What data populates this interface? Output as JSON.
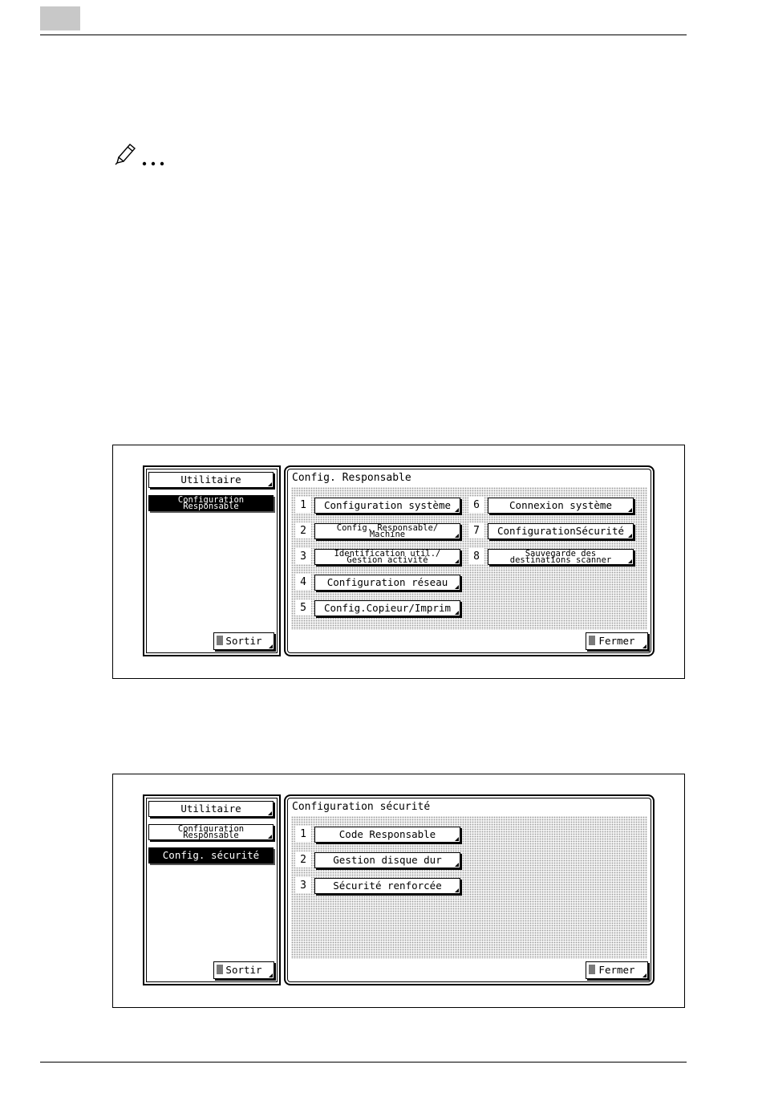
{
  "screens": [
    {
      "sidebar": {
        "items": [
          {
            "label": "Utilitaire",
            "lines": []
          },
          {
            "label": "",
            "lines": [
              "Configuration",
              "Responsable"
            ]
          }
        ],
        "exit_label": "Sortir"
      },
      "main": {
        "title": "Config. Responsable",
        "items": [
          {
            "num": "1",
            "label": "Configuration système",
            "lines": []
          },
          {
            "num": "2",
            "label": "",
            "lines": [
              "Config. Responsable/",
              "Machine"
            ]
          },
          {
            "num": "3",
            "label": "",
            "lines": [
              "Identification util./",
              "Gestion activité"
            ]
          },
          {
            "num": "4",
            "label": "Configuration réseau",
            "lines": []
          },
          {
            "num": "5",
            "label": "Config.Copieur/Imprim",
            "lines": []
          },
          {
            "num": "6",
            "label": "Connexion système",
            "lines": []
          },
          {
            "num": "7",
            "label": "ConfigurationSécurité",
            "lines": []
          },
          {
            "num": "8",
            "label": "",
            "lines": [
              "Sauvegarde des",
              "destinations scanner"
            ]
          }
        ],
        "close_label": "Fermer"
      }
    },
    {
      "sidebar": {
        "items": [
          {
            "label": "Utilitaire",
            "lines": []
          },
          {
            "label": "",
            "lines": [
              "Configuration",
              "Responsable"
            ]
          },
          {
            "label": "Config. sécurité",
            "lines": []
          }
        ],
        "exit_label": "Sortir"
      },
      "main": {
        "title": "Configuration sécurité",
        "items": [
          {
            "num": "1",
            "label": "Code Responsable",
            "lines": []
          },
          {
            "num": "2",
            "label": "Gestion disque dur",
            "lines": []
          },
          {
            "num": "3",
            "label": "Sécurité renforcée",
            "lines": []
          }
        ],
        "close_label": "Fermer"
      }
    }
  ]
}
